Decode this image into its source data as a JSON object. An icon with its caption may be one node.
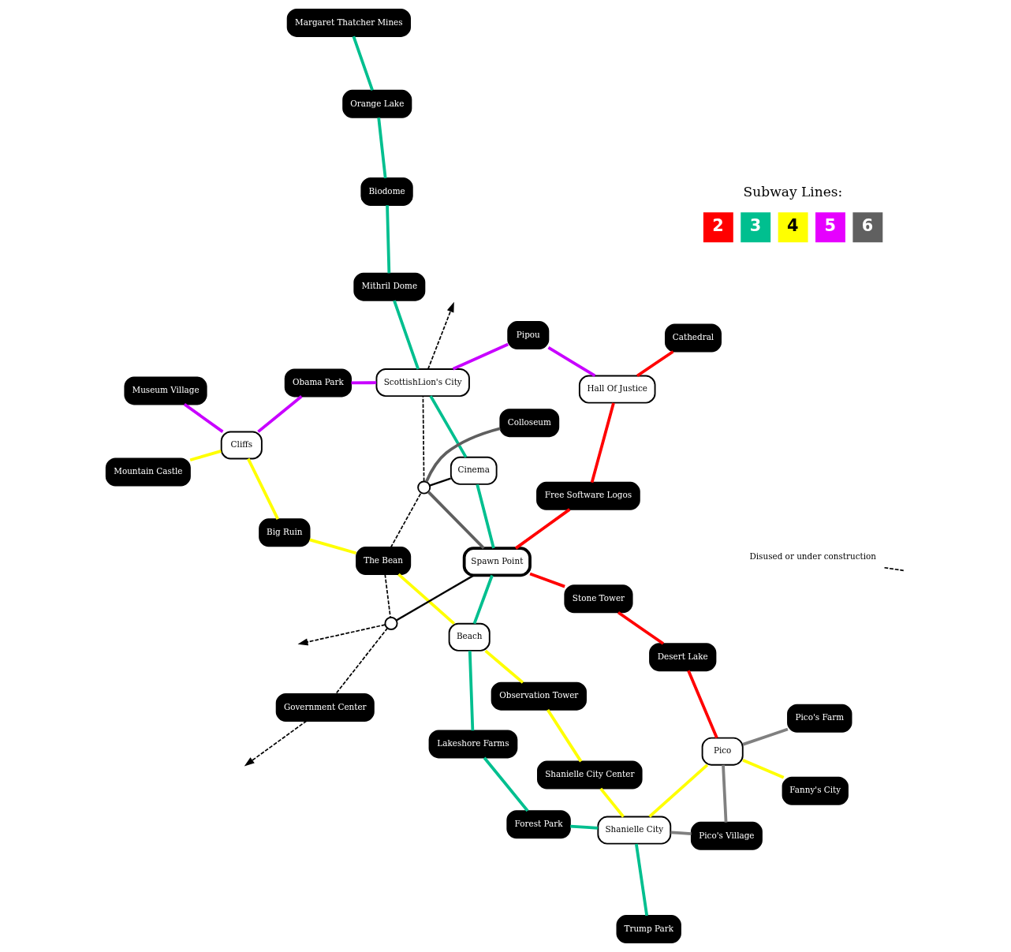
{
  "diagram": {
    "nodes": [
      {
        "text": [
          "Forest Park"
        ]
      },
      {
        "text": [
          "Trump Park"
        ]
      },
      {
        "text": [
          "Shanielle City"
        ]
      },
      {
        "text": [
          "Lakeshore Farms"
        ]
      },
      {
        "text": [
          "Pico's Village"
        ]
      },
      {
        "text": [
          "Fanny's City"
        ]
      },
      {
        "text": [
          "Shanielle City Center"
        ]
      },
      {
        "text": [
          "Pico"
        ]
      },
      {
        "text": [
          "Museum Village"
        ]
      },
      {
        "text": [
          "Mountain Castle"
        ]
      },
      {
        "text": [
          "Cliffs"
        ]
      },
      {
        "text": [
          "The Bean"
        ]
      },
      {
        "text": [
          "Beach"
        ]
      },
      {
        "text": [
          "Observation Tower"
        ]
      },
      {
        "text": [
          "Pico's Farm"
        ]
      },
      {
        "text": [
          "Stone Tower"
        ]
      },
      {
        "text": [
          "Desert Lake"
        ]
      },
      {
        "text": [
          "Big Ruin"
        ]
      },
      {
        "text": [
          "Spawn Point"
        ]
      },
      {
        "text": [],
        "shape": "circle"
      },
      {
        "text": [
          "Government Center"
        ]
      },
      {
        "text": [],
        "shape": "circle"
      },
      {
        "text": [
          "Cinema"
        ]
      },
      {
        "text": [
          "Colloseum"
        ]
      },
      {
        "text": [
          "Obama Park"
        ]
      },
      {
        "text": [
          "Free Software Logos"
        ]
      },
      {
        "text": [
          "ScottishLion's City"
        ]
      },
      {
        "text": [
          "Hall Of Justice"
        ]
      },
      {
        "text": [
          "Pipou"
        ]
      },
      {
        "text": [
          "Mithril Dome"
        ]
      },
      {
        "text": [
          "Biodome"
        ]
      },
      {
        "text": [
          "Cathedral"
        ]
      },
      {
        "text": [
          "Orange Lake"
        ]
      },
      {
        "text": [
          "Margaret Thatcher Mines"
        ]
      }
    ],
    "edges": [
      {
        "from": 7,
        "to": 16,
        "arrow": "none",
        "color": "#ff0000"
      },
      {
        "from": 16,
        "to": 15,
        "arrow": "none",
        "color": "#ff0000"
      },
      {
        "from": 15,
        "to": 18,
        "arrow": "none",
        "color": "#ff0000"
      },
      {
        "from": 18,
        "to": 25,
        "arrow": "none",
        "color": "#ff0000"
      },
      {
        "from": 25,
        "to": 27,
        "arrow": "none",
        "color": "#ff0000"
      },
      {
        "from": 27,
        "to": 31,
        "arrow": "none",
        "color": "#ff0000"
      },
      {
        "from": 1,
        "to": 2,
        "arrow": "none",
        "color": "#00bf8f"
      },
      {
        "from": 2,
        "to": 0,
        "arrow": "none",
        "color": "#00bf8f"
      },
      {
        "from": 0,
        "to": 3,
        "arrow": "none",
        "color": "#00bf8f"
      },
      {
        "from": 3,
        "to": 12,
        "arrow": "none",
        "color": "#00bf8f"
      },
      {
        "from": 12,
        "to": 18,
        "arrow": "none",
        "color": "#00bf8f"
      },
      {
        "from": 18,
        "to": 22,
        "arrow": "none",
        "color": "#00bf8f"
      },
      {
        "from": 22,
        "to": 26,
        "arrow": "none",
        "color": "#00bf8f"
      },
      {
        "from": 26,
        "to": 29,
        "arrow": "none",
        "color": "#00bf8f"
      },
      {
        "from": 29,
        "to": 30,
        "arrow": "none",
        "color": "#00bf8f"
      },
      {
        "from": 30,
        "to": 32,
        "arrow": "none",
        "color": "#00bf8f"
      },
      {
        "from": 32,
        "to": 33,
        "arrow": "none",
        "color": "#00bf8f"
      },
      {
        "from": 9,
        "to": 10,
        "arrow": "none",
        "color": "#ffff00"
      },
      {
        "from": 10,
        "to": 17,
        "arrow": "none",
        "color": "#ffff00"
      },
      {
        "from": 17,
        "to": 11,
        "arrow": "none",
        "color": "#ffff00"
      },
      {
        "from": 11,
        "to": 12,
        "arrow": "none",
        "color": "#ffff00"
      },
      {
        "from": 12,
        "to": 13,
        "arrow": "none",
        "color": "#ffff00"
      },
      {
        "from": 13,
        "to": 6,
        "arrow": "none",
        "color": "#ffff00"
      },
      {
        "from": 6,
        "to": 2,
        "arrow": "none",
        "color": "#ffff00"
      },
      {
        "from": 2,
        "to": 7,
        "arrow": "none",
        "color": "#ffff00"
      },
      {
        "from": 7,
        "to": 5,
        "arrow": "none",
        "color": "#ffff00"
      },
      {
        "from": 8,
        "to": 10,
        "arrow": "none",
        "color": "#c800ff"
      },
      {
        "from": 10,
        "to": 24,
        "arrow": "none",
        "color": "#c800ff"
      },
      {
        "from": 24,
        "to": 26,
        "arrow": "none",
        "color": "#c800ff"
      },
      {
        "from": 26,
        "to": 28,
        "arrow": "none",
        "color": "#c800ff"
      },
      {
        "from": 28,
        "to": 27,
        "arrow": "none",
        "color": "#c800ff"
      },
      {
        "from": 23,
        "to": 21,
        "arrow": "none",
        "color": "#5f5f5f"
      },
      {
        "from": 21,
        "to": 18,
        "arrow": "none",
        "color": "#5f5f5f"
      },
      {
        "from": 2,
        "to": 4,
        "arrow": "none",
        "color": "#808080"
      },
      {
        "from": 4,
        "to": 7,
        "arrow": "none",
        "color": "#808080"
      },
      {
        "from": 7,
        "to": 14,
        "arrow": "none",
        "color": "#808080"
      },
      {
        "from": 18,
        "to": 19,
        "arrow": "none",
        "color": "#000000"
      },
      {
        "from": 21,
        "to": 22,
        "arrow": "none",
        "color": "#000000"
      },
      {
        "from": 11,
        "to": 21,
        "arrow": "none",
        "style": "dashed",
        "color": "#000000"
      },
      {
        "from": 21,
        "to": 26,
        "arrow": "none",
        "style": "dashed",
        "color": "#000000"
      },
      {
        "from": 26,
        "to": null,
        "arrow": "to",
        "style": "dashed",
        "color": "#000000"
      },
      {
        "from": 11,
        "to": 19,
        "arrow": "none",
        "style": "dashed",
        "color": "#000000"
      },
      {
        "from": 19,
        "to": 20,
        "arrow": "none",
        "style": "dashed",
        "color": "#000000"
      },
      {
        "from": 20,
        "to": null,
        "arrow": "to",
        "style": "dashed",
        "color": "#000000"
      },
      {
        "from": 19,
        "to": null,
        "arrow": "to",
        "style": "dashed",
        "color": "#000000"
      }
    ],
    "labels": [
      "Subway Lines:"
    ],
    "legend": [
      {
        "text": "2",
        "color": "#ff0000"
      },
      {
        "text": "3",
        "color": "#00bf8f"
      },
      {
        "text": "4",
        "color": "#ffff00"
      },
      {
        "text": "5",
        "color": "#e600ff"
      },
      {
        "text": "6",
        "color": "#606060"
      },
      {
        "text": "Disused or under construction"
      }
    ]
  }
}
